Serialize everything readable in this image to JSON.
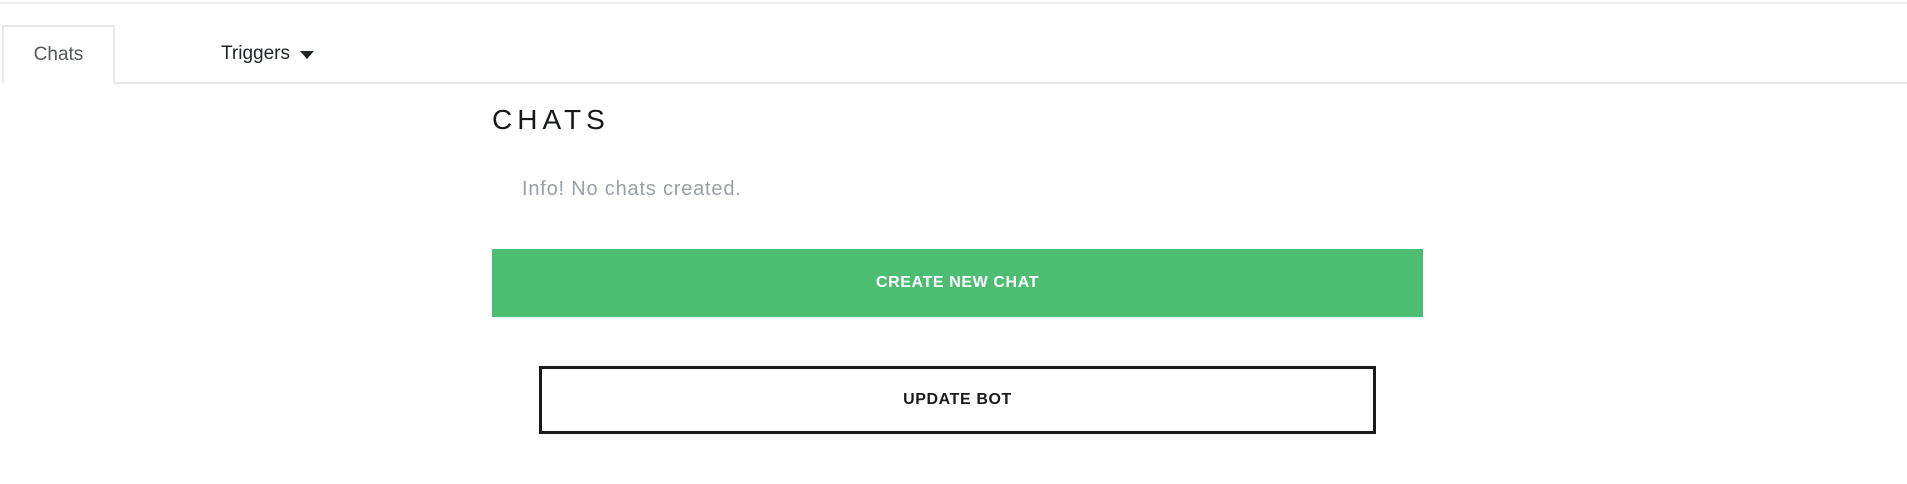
{
  "tabs": [
    {
      "label": "Chats",
      "active": true
    },
    {
      "label": "Triggers",
      "active": false,
      "has_dropdown": true
    }
  ],
  "main": {
    "title": "CHATS",
    "info_message": "Info! No chats created.",
    "create_button_label": "CREATE NEW CHAT",
    "update_button_label": "UPDATE BOT"
  },
  "colors": {
    "accent_green": "#4dbd74",
    "outline_dark": "#1a1a1a",
    "muted_text": "#9aa0a5",
    "tab_border": "#e9e9e9",
    "tab_text": "#55595c",
    "dark_text": "#212529"
  }
}
